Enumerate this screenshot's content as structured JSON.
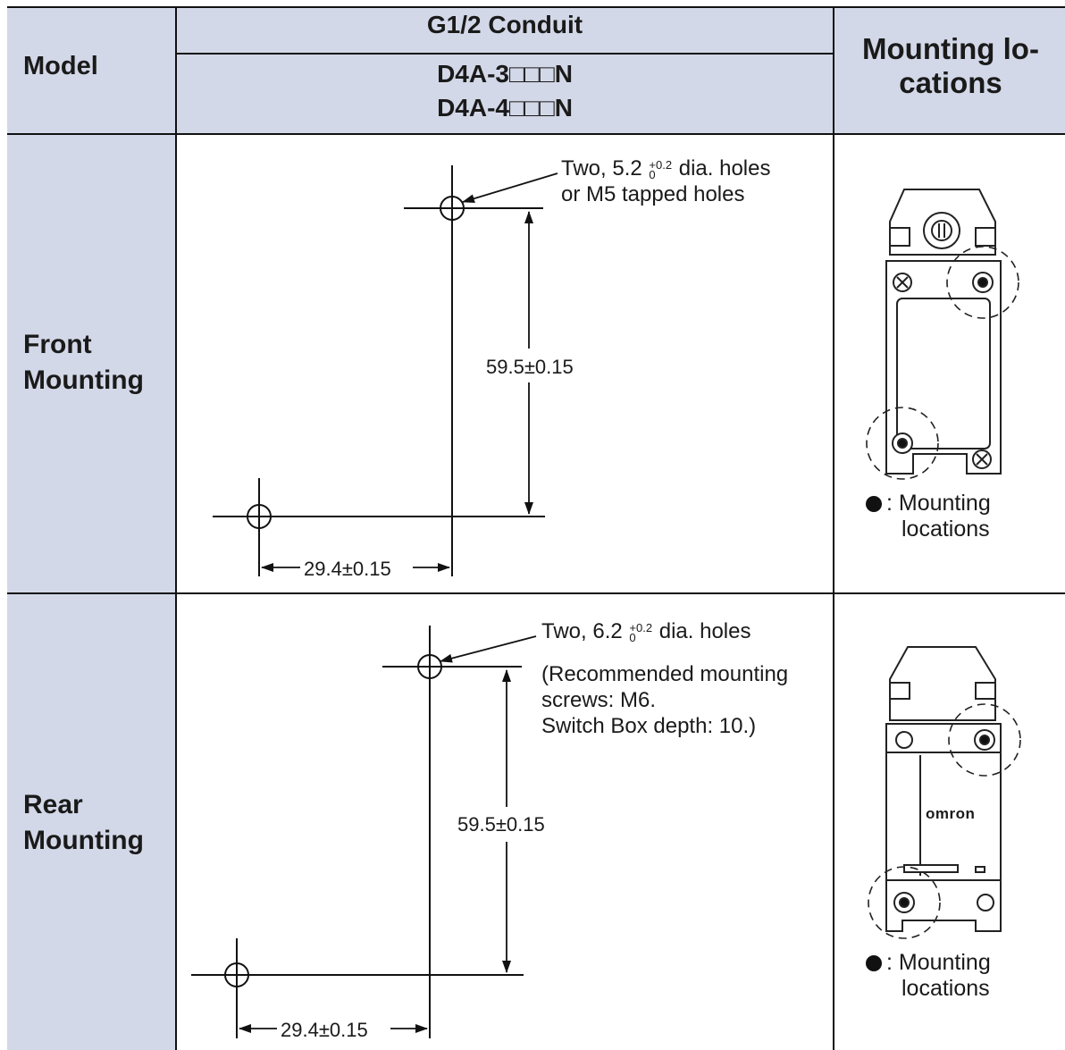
{
  "header": {
    "model_label": "Model",
    "conduit_label": "G1/2 Conduit",
    "model_codes": [
      "D4A-3□□□N",
      "D4A-4□□□N"
    ],
    "mounting_locations_label_lines": [
      "Mounting lo-",
      "cations"
    ]
  },
  "rows": [
    {
      "label_lines": [
        "Front",
        "Mounting"
      ],
      "hole_note_prefix": "Two, 5.2",
      "tolerance_upper": "+0.2",
      "tolerance_lower": "0",
      "hole_note_suffix": " dia. holes",
      "hole_note_line2": "or M5 tapped holes",
      "vertical_dimension": "59.5±0.15",
      "horizontal_dimension": "29.4±0.15",
      "legend_line1": ": Mounting",
      "legend_line2": "locations"
    },
    {
      "label_lines": [
        "Rear",
        "Mounting"
      ],
      "hole_note_prefix": "Two, 6.2",
      "tolerance_upper": "+0.2",
      "tolerance_lower": "0",
      "hole_note_suffix": " dia. holes",
      "recommendation_lines": [
        "(Recommended mounting",
        "screws: M6.",
        "Switch Box depth: 10.)"
      ],
      "vertical_dimension": "59.5±0.15",
      "horizontal_dimension": "29.4±0.15",
      "brand_mark": "omron",
      "legend_line1": ": Mounting",
      "legend_line2": "locations"
    }
  ],
  "colors": {
    "header_fill": "#d3d8e8",
    "line": "#111111"
  }
}
